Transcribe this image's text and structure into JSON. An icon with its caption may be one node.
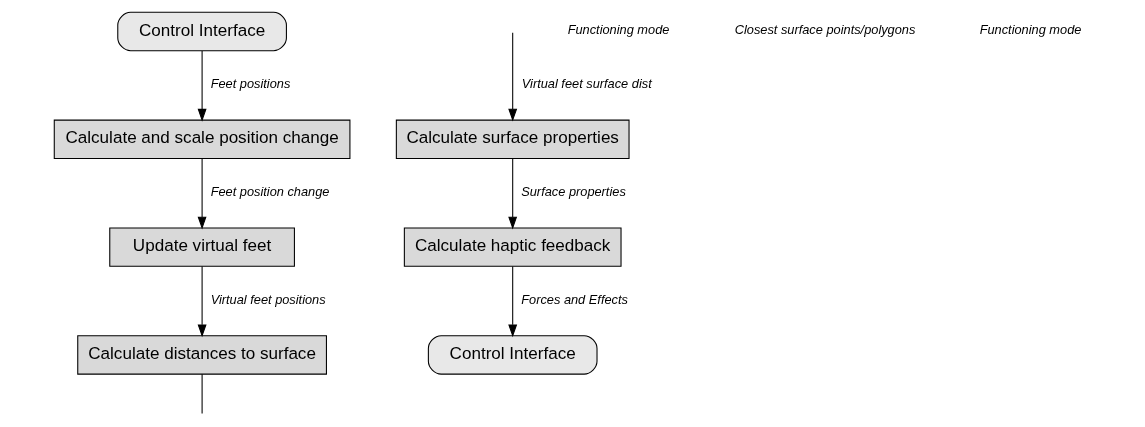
{
  "diagram": {
    "nodes": [
      {
        "text": [
          "Control Interface"
        ]
      },
      {
        "text": [
          "Calculate and scale position change"
        ]
      },
      {
        "text": [
          "Update virtual feet"
        ]
      },
      {
        "text": [
          "Calculate distances to surface"
        ]
      },
      {
        "text": [
          "Calculate surface properties"
        ]
      },
      {
        "text": [
          "Calculate haptic feedback"
        ]
      },
      {
        "text": [
          "Control Interface"
        ]
      }
    ],
    "edges": [
      {
        "from": 0,
        "to": 1,
        "arrow": "to",
        "label": "Feet positions"
      },
      {
        "from": 1,
        "to": 2,
        "arrow": "to",
        "label": "Feet position change"
      },
      {
        "from": 2,
        "to": 3,
        "arrow": "to",
        "label": "Virtual feet positions"
      },
      {
        "from": 3,
        "to": null,
        "arrow": "none"
      },
      {
        "from": null,
        "to": 4,
        "arrow": "to",
        "label": "Virtual feet surface dist"
      },
      {
        "from": 4,
        "to": 5,
        "arrow": "to",
        "label": "Surface properties"
      },
      {
        "from": 5,
        "to": 6,
        "arrow": "to",
        "label": "Forces and Effects"
      }
    ],
    "labels": [
      "Functioning mode",
      "Closest surface points/polygons",
      "Functioning mode"
    ]
  }
}
